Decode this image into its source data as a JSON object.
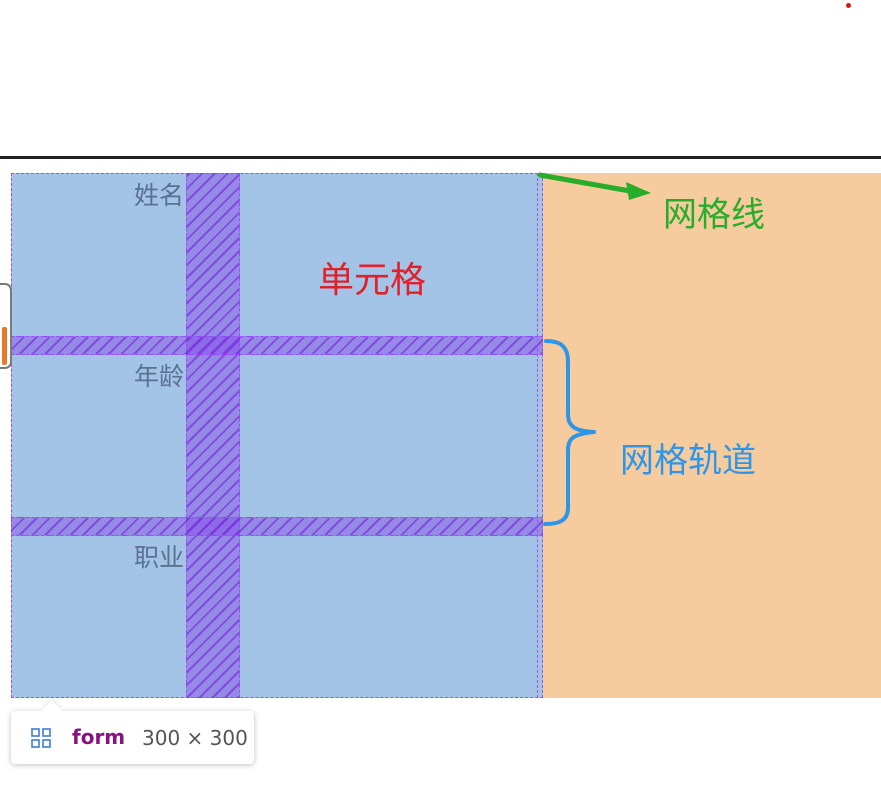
{
  "grid": {
    "labels": {
      "name": "姓名",
      "age": "年龄",
      "job": "职业"
    }
  },
  "annotations": {
    "cell": "单元格",
    "grid_line": "网格线",
    "grid_track": "网格轨道"
  },
  "colors": {
    "content": "#a4c4e7",
    "margin": "#f6cb9e",
    "gap": "#8248e6",
    "cell_annotation": "#e0202a",
    "line_annotation": "#28ad2a",
    "track_annotation": "#2f95e6",
    "tag_color": "#881280"
  },
  "tooltip": {
    "icon": "grid-layout-icon",
    "tag": "form",
    "size": "300 × 300"
  }
}
